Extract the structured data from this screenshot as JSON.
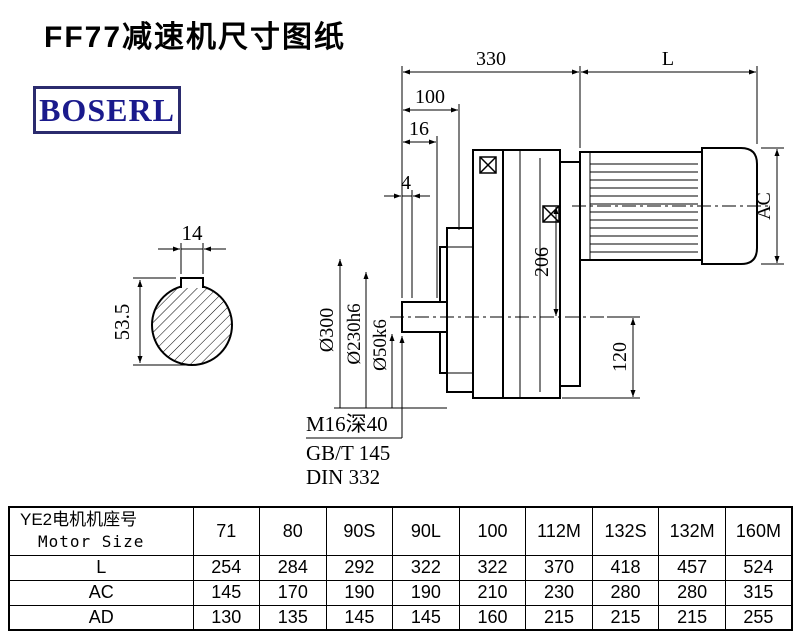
{
  "page": {
    "title": "FF77减速机尺寸图纸",
    "brand": "BOSERL"
  },
  "drawing": {
    "dims": {
      "top_330": "330",
      "top_L": "L",
      "d100": "100",
      "d16": "16",
      "d4": "4",
      "keyway_14": "14",
      "keyway_53_5": "53.5",
      "ac": "AC",
      "d206": "206",
      "d120": "120",
      "dia300": "Ø300",
      "dia230": "Ø230h6",
      "dia50": "Ø50k6",
      "tap_note": "M16深40",
      "std1": "GB/T 145",
      "std2": "DIN 332"
    }
  },
  "table": {
    "motor_label_cn": "YE2电机机座号",
    "motor_label_en": "Motor Size",
    "sizes": [
      "71",
      "80",
      "90S",
      "90L",
      "100",
      "112M",
      "132S",
      "132M",
      "160M"
    ],
    "rows": [
      {
        "label": "L",
        "values": [
          "254",
          "284",
          "292",
          "322",
          "322",
          "370",
          "418",
          "457",
          "524"
        ]
      },
      {
        "label": "AC",
        "values": [
          "145",
          "170",
          "190",
          "190",
          "210",
          "230",
          "280",
          "280",
          "315"
        ]
      },
      {
        "label": "AD",
        "values": [
          "130",
          "135",
          "145",
          "145",
          "160",
          "215",
          "215",
          "215",
          "255"
        ]
      }
    ]
  }
}
